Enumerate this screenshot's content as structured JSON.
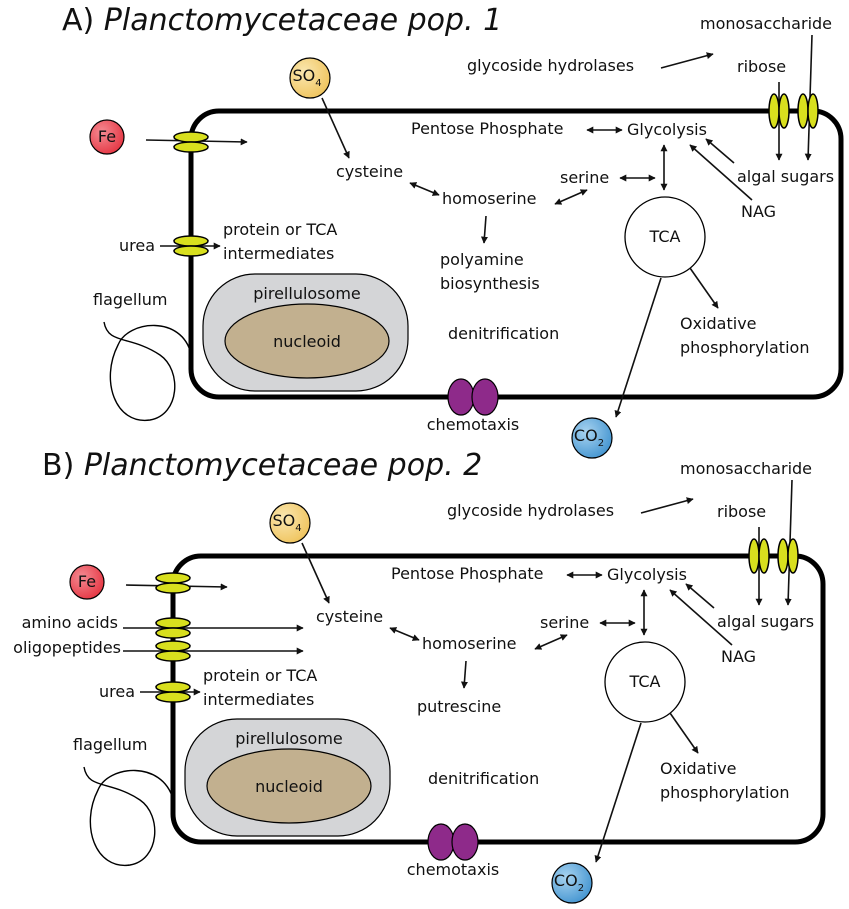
{
  "panels": [
    {
      "title_prefix": "A) ",
      "title_name": "Planctomycetaceae pop. 1",
      "labels": {
        "so4_main": "SO",
        "so4_sub": "4",
        "fe": "Fe",
        "urea": "urea",
        "protein_line1": "protein or TCA",
        "protein_line2": "intermediates",
        "flagellum": "flagellum",
        "pirellulosome": "pirellulosome",
        "nucleoid": "nucleoid",
        "cysteine": "cysteine",
        "homoserine": "homoserine",
        "product_line1": "polyamine",
        "product_line2": "biosynthesis",
        "denitrification": "denitrification",
        "serine": "serine",
        "pentose_phosphate": "Pentose Phosphate",
        "glycolysis": "Glycolysis",
        "tca": "TCA",
        "oxidative": "Oxidative",
        "phosphorylation": "phosphorylation",
        "nag": "NAG",
        "algal_sugars": "algal sugars",
        "ribose": "ribose",
        "monosaccharide": "monosaccharide",
        "glycoside_hydrolases": "glycoside hydrolases",
        "chemotaxis": "chemotaxis",
        "co2_main": "CO",
        "co2_sub": "2"
      }
    },
    {
      "title_prefix": "B) ",
      "title_name": "Planctomycetaceae pop. 2",
      "labels": {
        "so4_main": "SO",
        "so4_sub": "4",
        "fe": "Fe",
        "amino_acids": "amino acids",
        "oligopeptides": "oligopeptides",
        "urea": "urea",
        "protein_line1": "protein or TCA",
        "protein_line2": "intermediates",
        "flagellum": "flagellum",
        "pirellulosome": "pirellulosome",
        "nucleoid": "nucleoid",
        "cysteine": "cysteine",
        "homoserine": "homoserine",
        "product_line1": "putrescine",
        "denitrification": "denitrification",
        "serine": "serine",
        "pentose_phosphate": "Pentose Phosphate",
        "glycolysis": "Glycolysis",
        "tca": "TCA",
        "oxidative": "Oxidative",
        "phosphorylation": "phosphorylation",
        "nag": "NAG",
        "algal_sugars": "algal sugars",
        "ribose": "ribose",
        "monosaccharide": "monosaccharide",
        "glycoside_hydrolases": "glycoside hydrolases",
        "chemotaxis": "chemotaxis",
        "co2_main": "CO",
        "co2_sub": "2"
      }
    }
  ],
  "colors": {
    "fe_red": "#e8414f",
    "so4_yellow": "#f3cf72",
    "co2_blue": "#5aa6da",
    "transporter_yellow": "#d8df1e",
    "chemotaxis_purple": "#8e2a8a",
    "pirellulosome_gray": "#d4d5d7",
    "nucleoid_tan": "#c2b08f"
  }
}
